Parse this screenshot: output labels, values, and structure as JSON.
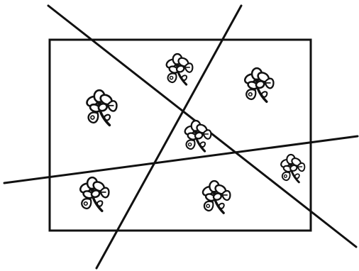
{
  "diagram": {
    "colors": {
      "background": "#ffffff",
      "stroke": "#111111"
    },
    "shapes": {
      "rectangle": "rectangle-outline",
      "lines": 3,
      "flowers": 7
    },
    "flower_icon": "flower-sprig-icon"
  }
}
